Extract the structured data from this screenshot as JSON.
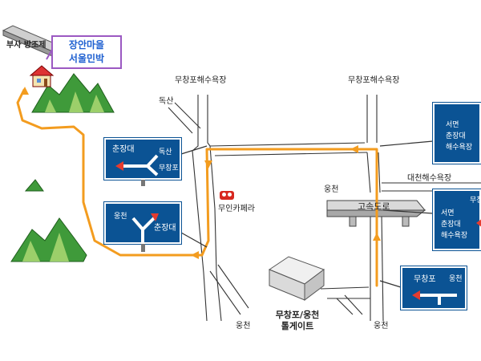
{
  "landmarks": {
    "breakwater": "부사 방조제",
    "destination_line1": "장안마을",
    "destination_line2": "서울민박",
    "beach_top_left": "무창포해수욕장",
    "beach_top_right": "무창포해수욕장",
    "doksan": "독산",
    "woongcheon_mid": "웅천",
    "daecheon_beach": "대천해수욕장",
    "expressway": "고속도로",
    "camera": "무인카페라",
    "woongcheon_bottom_left": "웅천",
    "woongcheon_bottom_right": "웅천",
    "gate_line1": "무창포/웅천",
    "gate_line2": "톨게이트"
  },
  "signs": {
    "sign1": {
      "left": "춘장대",
      "upper": "독산",
      "lower": "무창포"
    },
    "sign2": {
      "left": "웅천",
      "right": "춘장대"
    },
    "sign3": {
      "line1": "서면",
      "line2": "춘장대",
      "line3": "해수욕장"
    },
    "sign4": {
      "top": "무창",
      "line1": "서면",
      "line2": "춘장대",
      "line3": "해수욕장"
    },
    "sign5": {
      "left": "무창포",
      "right": "웅천"
    }
  },
  "colors": {
    "route": "#f39c1f",
    "sign": "#0b5394",
    "mountain": "#3f9a3a",
    "destination_border": "#9b59c2",
    "destination_text": "#1d5fd0",
    "camera": "#d7281f"
  },
  "icons": {
    "house": "house-icon",
    "camera": "speed-camera-icon",
    "tollgate": "tollgate-building-icon"
  }
}
